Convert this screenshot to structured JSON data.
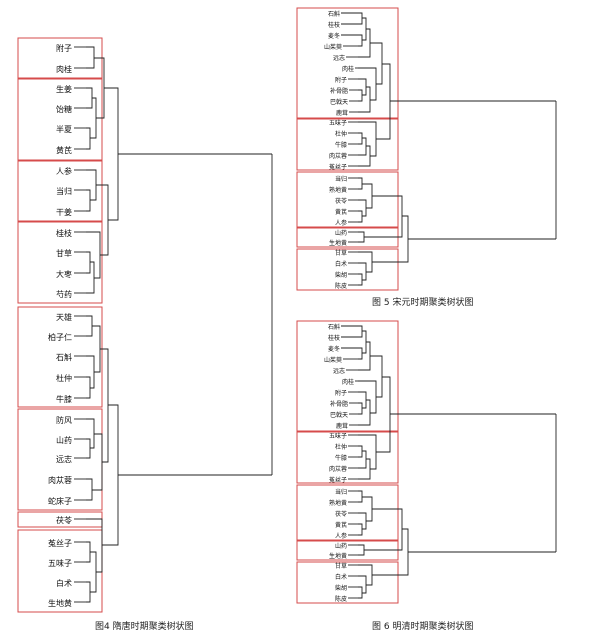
{
  "colors": {
    "box": "#d64b4b",
    "line": "#222222",
    "text": "#111111"
  },
  "fig4": {
    "caption": "图4  隋唐时期聚类树状图",
    "groups": [
      [
        "附子",
        "肉桂"
      ],
      [
        "生姜",
        "饴糖",
        "半夏",
        "黄芪"
      ],
      [
        "人参",
        "当归",
        "干姜"
      ],
      [
        "桂枝",
        "甘草",
        "大枣",
        "芍药"
      ],
      [
        "天雄",
        "柏子仁",
        "石斛",
        "杜仲",
        "牛膝"
      ],
      [
        "防风",
        "山药",
        "远志",
        "肉苁蓉",
        "蛇床子"
      ],
      [
        "茯苓"
      ],
      [
        "菟丝子",
        "五味子",
        "白术",
        "生地黄"
      ]
    ]
  },
  "fig5": {
    "caption": "图 5  宋元时期聚类树状图",
    "groups": [
      [
        "石斛",
        "桂枝",
        "麦冬",
        "山茱萸",
        "远志",
        "肉桂",
        "附子",
        "补骨脂",
        "巴戟天",
        "鹿茸"
      ],
      [
        "五味子",
        "杜仲",
        "牛膝",
        "肉苁蓉",
        "菟丝子"
      ],
      [
        "当归",
        "熟地黄",
        "茯苓",
        "黄芪",
        "人参"
      ],
      [
        "山药",
        "生地黄"
      ],
      [
        "甘草",
        "白术",
        "柴胡",
        "陈皮"
      ]
    ]
  },
  "fig6": {
    "caption": "图 6  明清时期聚类树状图",
    "groups": [
      [
        "石斛",
        "桂枝",
        "麦冬",
        "山茱萸",
        "远志",
        "肉桂",
        "附子",
        "补骨脂",
        "巴戟天",
        "鹿茸"
      ],
      [
        "五味子",
        "杜仲",
        "牛膝",
        "肉苁蓉",
        "菟丝子"
      ],
      [
        "当归",
        "熟地黄",
        "茯苓",
        "黄芪",
        "人参"
      ],
      [
        "山药",
        "生地黄"
      ],
      [
        "甘草",
        "白术",
        "柴胡",
        "陈皮"
      ]
    ]
  }
}
